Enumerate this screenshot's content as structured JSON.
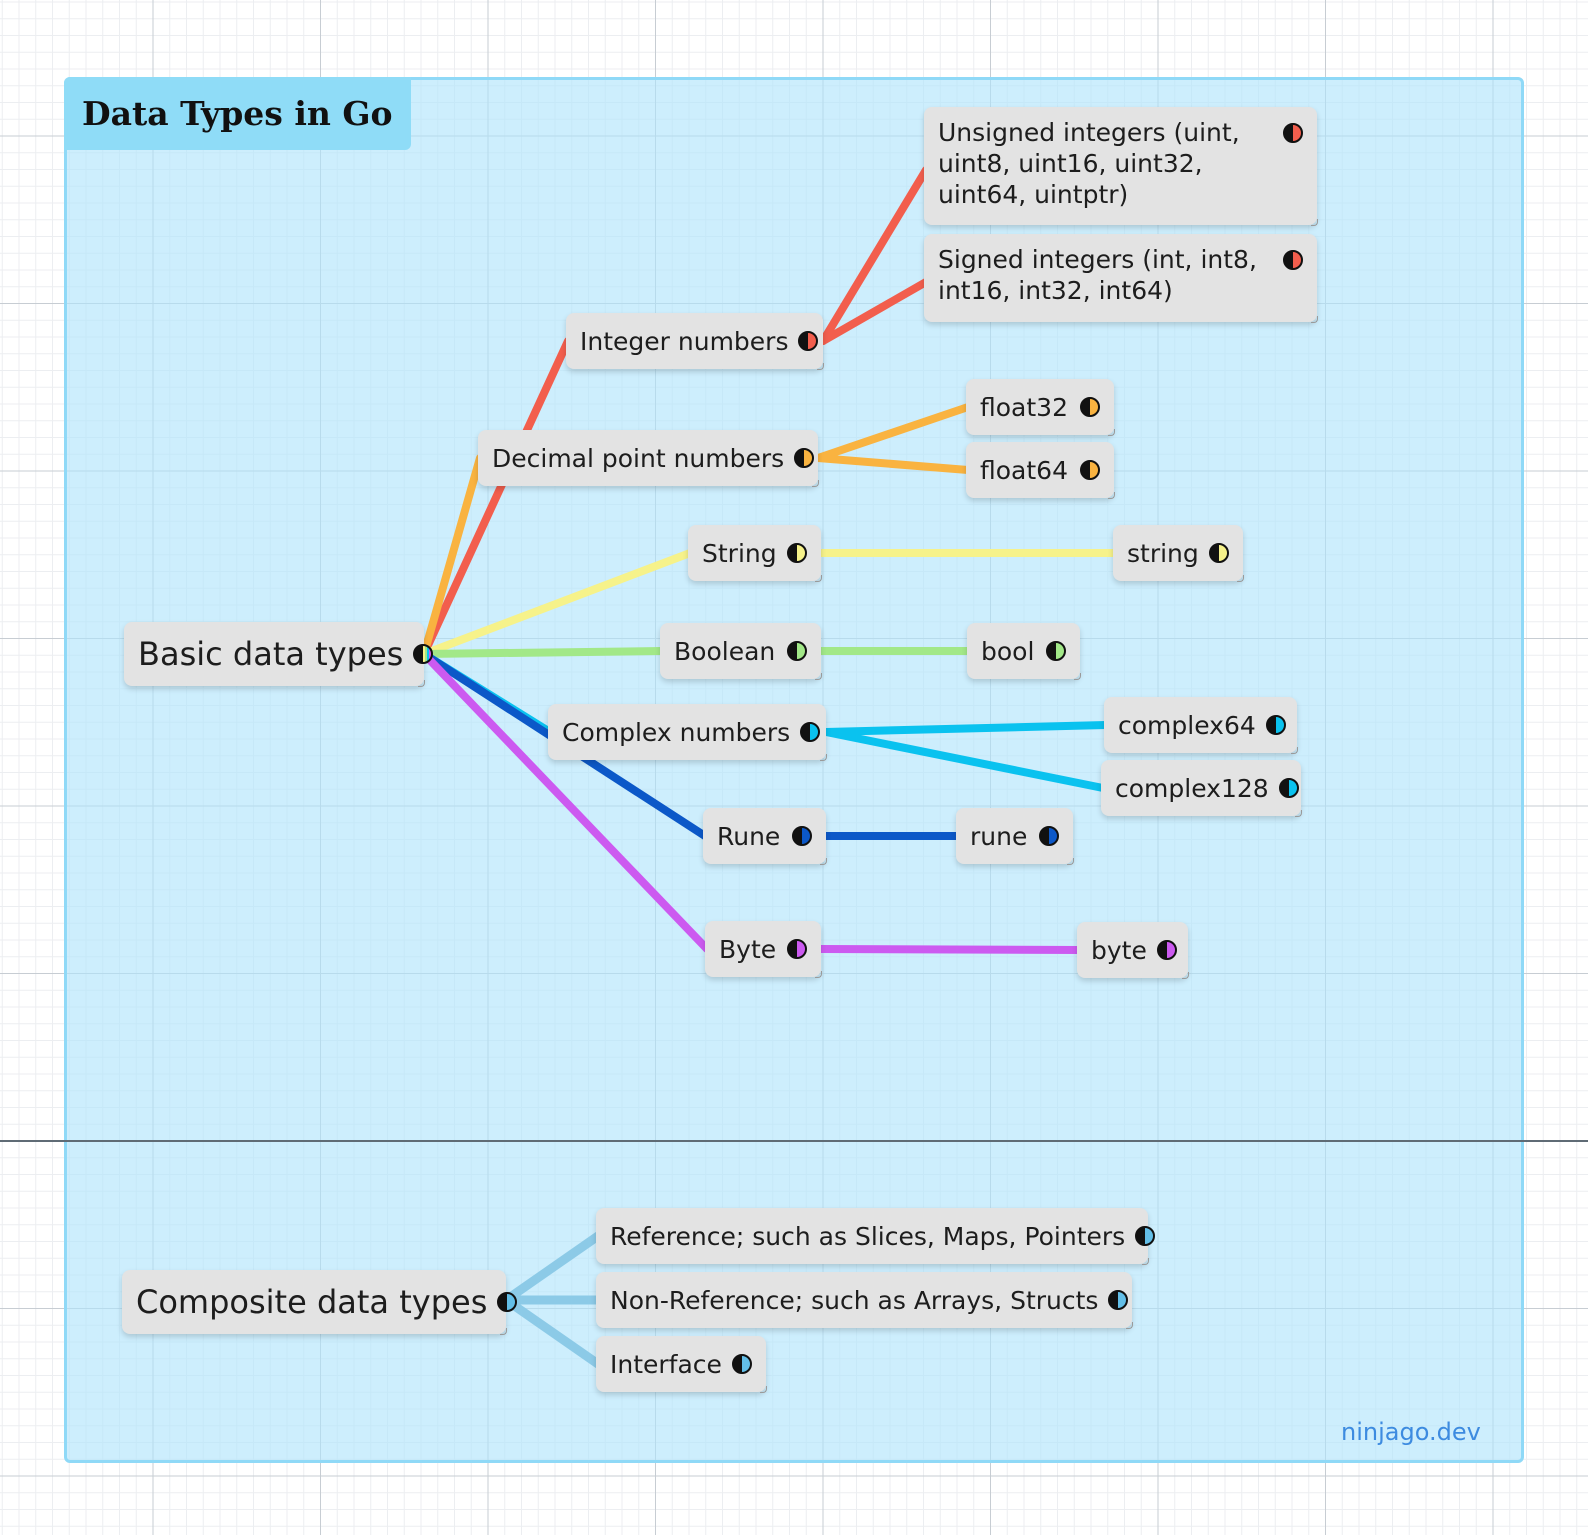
{
  "title": "Data Types in Go",
  "watermark": "ninjago.dev",
  "colors": {
    "integer": "#f25e4d",
    "decimal": "#f9b340",
    "string": "#f6f28a",
    "boolean": "#a2e888",
    "complex": "#0ac2ef",
    "rune": "#0c58c8",
    "byte": "#cc5af0",
    "composite": "#8ccae7"
  },
  "nodes": [
    {
      "id": "basic",
      "label": "Basic data types",
      "icon": "dual-color-toggle-icon",
      "color": "multi"
    },
    {
      "id": "composite",
      "label": "Composite data types",
      "icon": "half-circle-icon",
      "color": "#63bfe8"
    },
    {
      "id": "integer",
      "label": "Integer numbers",
      "icon": "half-circle-icon",
      "color": "#f25e4d"
    },
    {
      "id": "decimal",
      "label": "Decimal point numbers",
      "icon": "half-circle-icon",
      "color": "#f9b340"
    },
    {
      "id": "string",
      "label": "String",
      "icon": "half-circle-icon",
      "color": "#f6f28a"
    },
    {
      "id": "boolean",
      "label": "Boolean",
      "icon": "half-circle-icon",
      "color": "#a2e888"
    },
    {
      "id": "complex",
      "label": "Complex numbers",
      "icon": "half-circle-icon",
      "color": "#0ac2ef"
    },
    {
      "id": "rune",
      "label": "Rune",
      "icon": "half-circle-icon",
      "color": "#0c58c8"
    },
    {
      "id": "byte",
      "label": "Byte",
      "icon": "half-circle-icon",
      "color": "#cc5af0"
    },
    {
      "id": "unsigned",
      "label": "Unsigned integers (uint, uint8, uint16, uint32, uint64, uintptr)",
      "icon": "half-circle-icon",
      "color": "#f25e4d"
    },
    {
      "id": "signed",
      "label": "Signed integers (int, int8, int16, int32, int64)",
      "icon": "half-circle-icon",
      "color": "#f25e4d"
    },
    {
      "id": "float32",
      "label": "float32",
      "icon": "half-circle-icon",
      "color": "#f9b340"
    },
    {
      "id": "float64",
      "label": "float64",
      "icon": "half-circle-icon",
      "color": "#f9b340"
    },
    {
      "id": "string_t",
      "label": "string",
      "icon": "half-circle-icon",
      "color": "#f6f28a"
    },
    {
      "id": "bool_t",
      "label": "bool",
      "icon": "half-circle-icon",
      "color": "#a2e888"
    },
    {
      "id": "complex64",
      "label": "complex64",
      "icon": "half-circle-icon",
      "color": "#0ac2ef"
    },
    {
      "id": "complex128",
      "label": "complex128",
      "icon": "half-circle-icon",
      "color": "#0ac2ef"
    },
    {
      "id": "rune_t",
      "label": "rune",
      "icon": "half-circle-icon",
      "color": "#0c58c8"
    },
    {
      "id": "byte_t",
      "label": "byte",
      "icon": "half-circle-icon",
      "color": "#cc5af0"
    },
    {
      "id": "reference",
      "label": "Reference;  such as Slices, Maps, Pointers",
      "icon": "half-circle-icon",
      "color": "#63bfe8"
    },
    {
      "id": "nonreference",
      "label": "Non-Reference;  such as Arrays, Structs",
      "icon": "half-circle-icon",
      "color": "#63bfe8"
    },
    {
      "id": "interface",
      "label": "Interface",
      "icon": "half-circle-icon",
      "color": "#63bfe8"
    }
  ],
  "edges": [
    {
      "from": "basic",
      "to": "integer",
      "color": "#f25e4d"
    },
    {
      "from": "basic",
      "to": "decimal",
      "color": "#f9b340"
    },
    {
      "from": "basic",
      "to": "string",
      "color": "#f6f28a"
    },
    {
      "from": "basic",
      "to": "boolean",
      "color": "#a2e888"
    },
    {
      "from": "basic",
      "to": "complex",
      "color": "#0ac2ef"
    },
    {
      "from": "basic",
      "to": "rune",
      "color": "#0c58c8"
    },
    {
      "from": "basic",
      "to": "byte",
      "color": "#cc5af0"
    },
    {
      "from": "integer",
      "to": "unsigned",
      "color": "#f25e4d"
    },
    {
      "from": "integer",
      "to": "signed",
      "color": "#f25e4d"
    },
    {
      "from": "decimal",
      "to": "float32",
      "color": "#f9b340"
    },
    {
      "from": "decimal",
      "to": "float64",
      "color": "#f9b340"
    },
    {
      "from": "string",
      "to": "string_t",
      "color": "#f6f28a"
    },
    {
      "from": "boolean",
      "to": "bool_t",
      "color": "#a2e888"
    },
    {
      "from": "complex",
      "to": "complex64",
      "color": "#0ac2ef"
    },
    {
      "from": "complex",
      "to": "complex128",
      "color": "#0ac2ef"
    },
    {
      "from": "rune",
      "to": "rune_t",
      "color": "#0c58c8"
    },
    {
      "from": "byte",
      "to": "byte_t",
      "color": "#cc5af0"
    },
    {
      "from": "composite",
      "to": "reference",
      "color": "#8ccae7"
    },
    {
      "from": "composite",
      "to": "nonreference",
      "color": "#8ccae7"
    },
    {
      "from": "composite",
      "to": "interface",
      "color": "#8ccae7"
    }
  ]
}
